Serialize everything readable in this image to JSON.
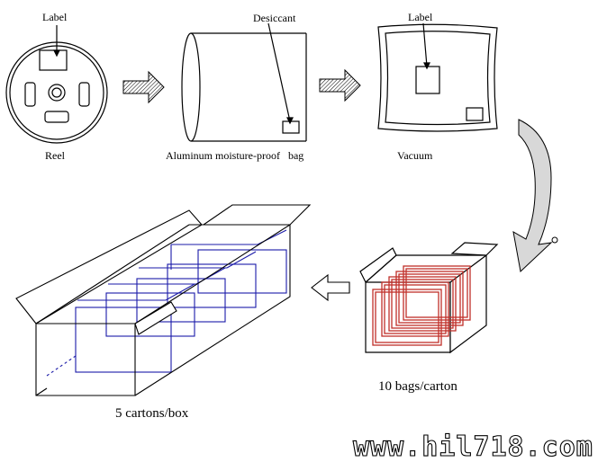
{
  "labels": {
    "reel_label": "Label",
    "reel": "Reel",
    "desiccant": "Desiccant",
    "bag": "Aluminum moisture-proof   bag",
    "vacuum_label": "Label",
    "vacuum": "Vacuum",
    "carton": "10 bags/carton",
    "box": "5 cartons/box"
  },
  "watermark": "www.hil718.com",
  "colors": {
    "line": "#000000",
    "blue_outline": "#1a1aa8",
    "red_bag": "#c0302a",
    "arrow_fill": "#d8d8d8"
  }
}
